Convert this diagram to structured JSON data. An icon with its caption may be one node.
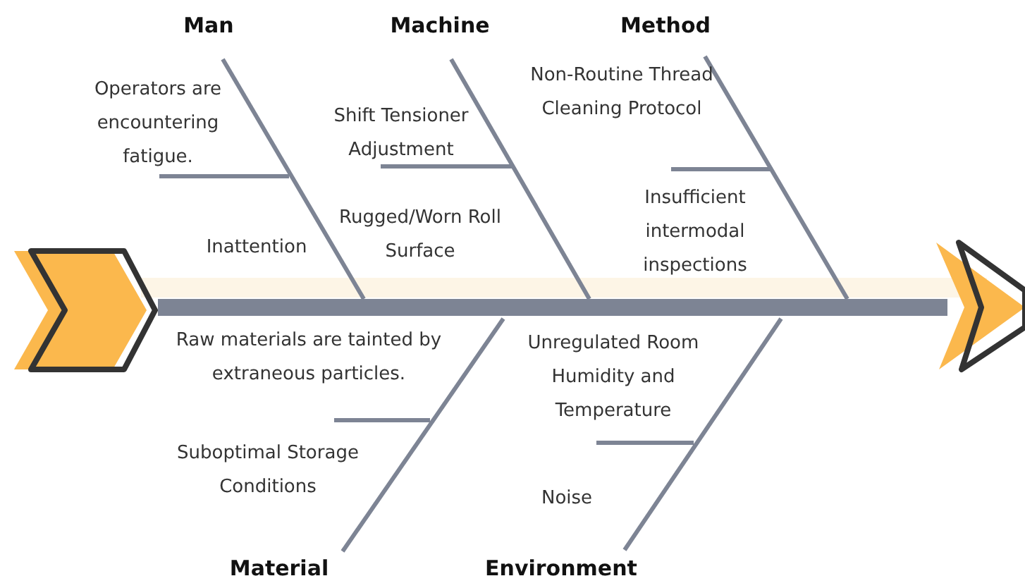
{
  "diagram": {
    "labels": [
      "Man",
      "Machine",
      "Method",
      "Operators are encountering fatigue.",
      "Shift Tensioner Adjustment",
      "Non-Routine Thread Cleaning Protocol",
      "Inattention",
      "Rugged/Worn Roll Surface",
      "Insufficient intermodal inspections",
      "Raw materials are tainted by extraneous particles.",
      "Unregulated Room Humidity and Temperature",
      "Suboptimal Storage Conditions",
      "Noise",
      "Material",
      "Environment"
    ]
  }
}
